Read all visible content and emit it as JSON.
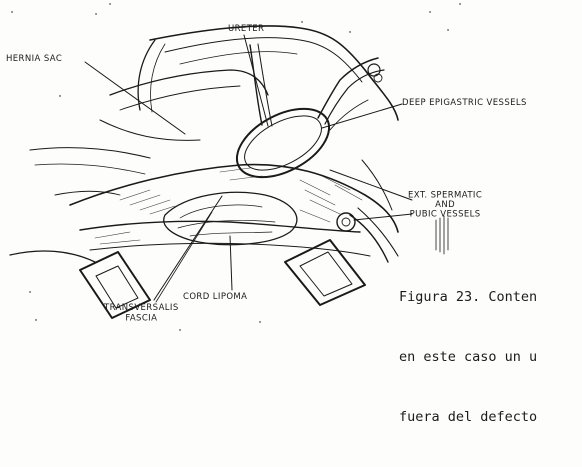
{
  "figure": {
    "labels": {
      "ureter": "URETER",
      "hernia_sac": "HERNIA SAC",
      "deep_epigastric_vessels": "DEEP EPIGASTRIC VESSELS",
      "ext_spermatic_line1": "EXT. SPERMATIC",
      "ext_spermatic_line2": "AND",
      "ext_spermatic_line3": "PUBIC VESSELS",
      "cord_lipoma": "CORD LIPOMA",
      "transversalis_line1": "TRANSVERSALIS",
      "transversalis_line2": "FASCIA"
    },
    "caption": {
      "line1": "Figura 23. Conten",
      "line2": "en este caso un u",
      "line3": "fuera del defecto"
    },
    "colors": {
      "ink": "#1a1a1a",
      "paper": "#fdfdfb"
    }
  }
}
